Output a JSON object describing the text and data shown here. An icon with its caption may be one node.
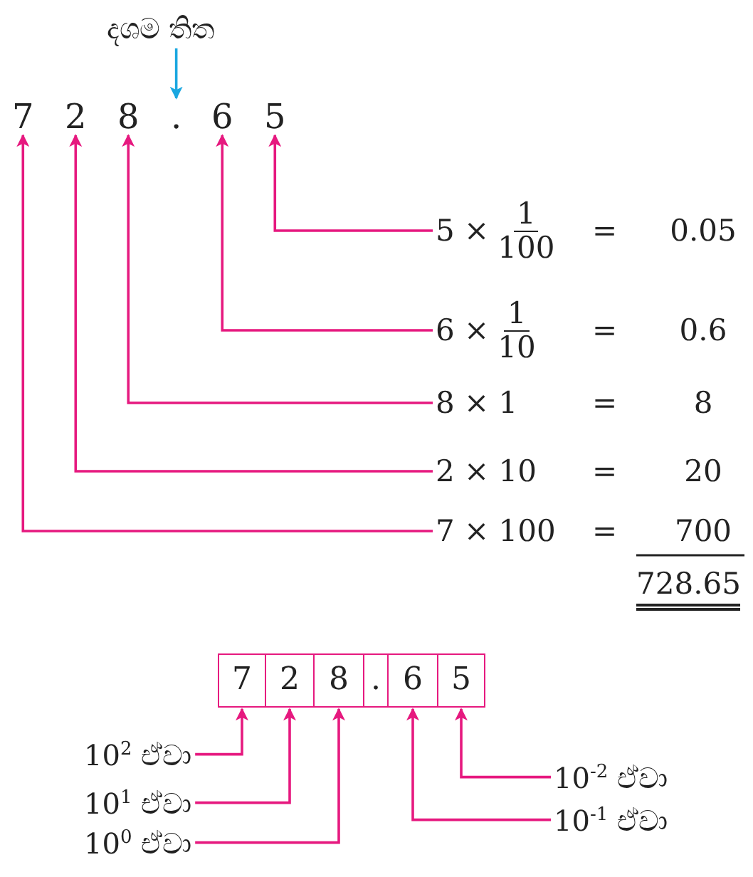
{
  "diagram": {
    "nodes": [
      {
        "text": [
          "දශම තිත"
        ]
      },
      {
        "text": [
          "7"
        ]
      },
      {
        "text": [
          "2"
        ]
      },
      {
        "text": [
          "8"
        ]
      },
      {
        "text": [
          "."
        ]
      },
      {
        "text": [
          "6"
        ]
      },
      {
        "text": [
          "5"
        ]
      },
      {
        "text": [
          "5 ×",
          "1",
          "100",
          "=",
          "0.05"
        ]
      },
      {
        "text": [
          "6 ×",
          "1",
          "10",
          "=",
          "0.6"
        ]
      },
      {
        "text": [
          "8 × 1",
          "=",
          "8"
        ]
      },
      {
        "text": [
          "2 × 10",
          "=",
          "20"
        ]
      },
      {
        "text": [
          "7 × 100",
          "=",
          "700"
        ]
      },
      {
        "text": [
          "7"
        ]
      },
      {
        "text": [
          "2"
        ]
      },
      {
        "text": [
          "8"
        ]
      },
      {
        "text": [
          "."
        ]
      },
      {
        "text": [
          "6"
        ]
      },
      {
        "text": [
          "5"
        ]
      },
      {
        "text": [
          "10$^{2}$ ඒවා"
        ]
      },
      {
        "text": [
          "10$^{1}$ ඒවා"
        ]
      },
      {
        "text": [
          "10$^{0}$ ඒවා"
        ]
      },
      {
        "text": [
          "10$^{-1}$ ඒවා"
        ]
      },
      {
        "text": [
          "10$^{-2}$ ඒවා"
        ]
      }
    ],
    "edges": [
      {
        "from": 0,
        "to": 4,
        "arrow": "to",
        "color": "#1aa7e0"
      },
      {
        "from": 7,
        "to": 6,
        "arrow": "to"
      },
      {
        "from": 8,
        "to": 5,
        "arrow": "to"
      },
      {
        "from": 9,
        "to": 3,
        "arrow": "to"
      },
      {
        "from": 10,
        "to": 2,
        "arrow": "to"
      },
      {
        "from": 11,
        "to": 1,
        "arrow": "to"
      },
      {
        "from": 18,
        "to": 12,
        "arrow": "to"
      },
      {
        "from": 19,
        "to": 13,
        "arrow": "to"
      },
      {
        "from": 20,
        "to": 14,
        "arrow": "to"
      },
      {
        "from": 21,
        "to": 16,
        "arrow": "to"
      },
      {
        "from": 22,
        "to": 17,
        "arrow": "to"
      }
    ],
    "labels": [
      "728.65"
    ]
  }
}
